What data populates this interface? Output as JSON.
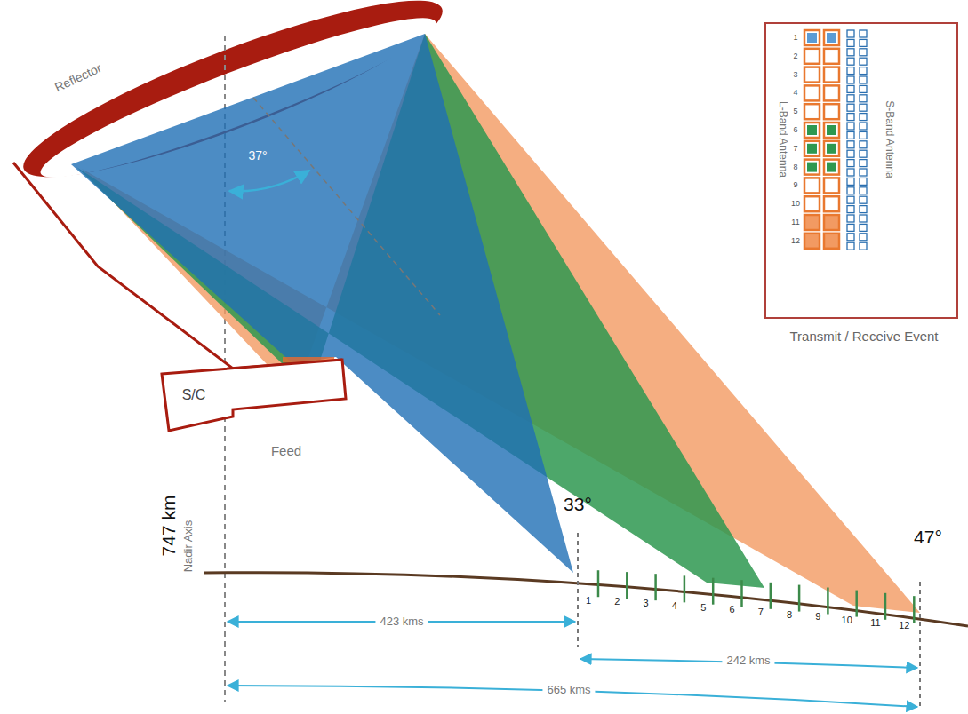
{
  "diagram": {
    "nodes": [
      {
        "text": [
          "S/C"
        ]
      },
      {
        "text": [
          "L-Band Antenna",
          "S-Band Antenna",
          "Transmit / Receive Event"
        ]
      }
    ],
    "labels": [
      "Reflector",
      "37°",
      "747 km",
      "Nadir Axis",
      "Feed",
      "33°",
      "47°",
      "1",
      "2",
      "3",
      "4",
      "5",
      "6",
      "7",
      "8",
      "9",
      "10",
      "11",
      "12",
      "423 kms",
      "242 kms",
      "665 kms",
      "1",
      "2",
      "3",
      "4",
      "5",
      "6",
      "7",
      "8",
      "9",
      "10",
      "11",
      "12"
    ]
  }
}
